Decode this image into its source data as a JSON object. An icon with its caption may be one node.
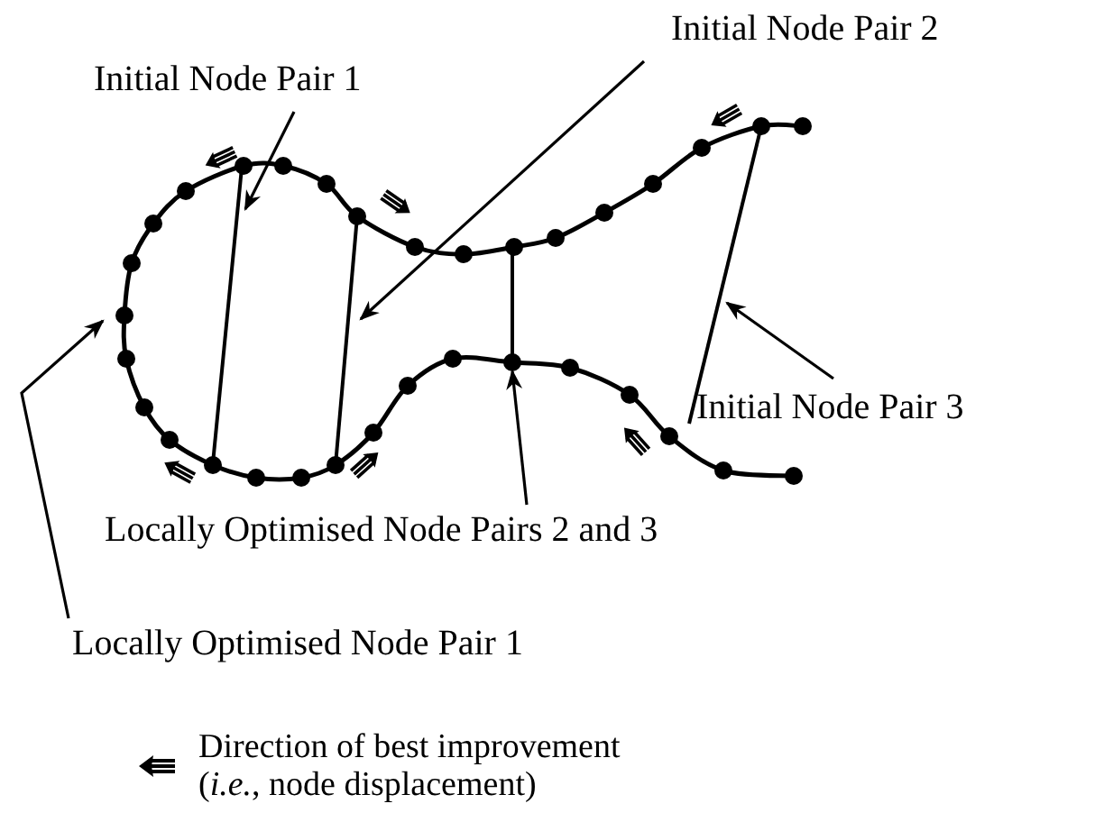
{
  "diagram": {
    "nodes": [
      {
        "text": [
          "Initial Node Pair 2"
        ]
      },
      {
        "text": [
          "Initial Node Pair 1"
        ]
      },
      {
        "text": [
          "Initial Node Pair 3"
        ]
      },
      {
        "text": [
          "Locally Optimised Node Pairs 2 and 3"
        ]
      },
      {
        "text": [
          "Locally Optimised Node Pair 1"
        ]
      },
      {
        "text": [],
        "shape": "line"
      },
      {
        "text": [],
        "shape": "line"
      },
      {
        "text": [],
        "shape": "line"
      },
      {
        "text": [],
        "shape": "line"
      }
    ],
    "edges": [
      {
        "from": 1,
        "to": 5,
        "arrow": "to"
      },
      {
        "from": 0,
        "to": 6,
        "arrow": "to"
      },
      {
        "from": 2,
        "to": 8,
        "arrow": "to"
      },
      {
        "from": 3,
        "to": 7,
        "arrow": "to"
      },
      {
        "from": 4,
        "to": null,
        "arrow": "to"
      }
    ],
    "legend": [
      {
        "text": "Direction of best improvement (*i.e.*, node displacement)"
      }
    ]
  }
}
